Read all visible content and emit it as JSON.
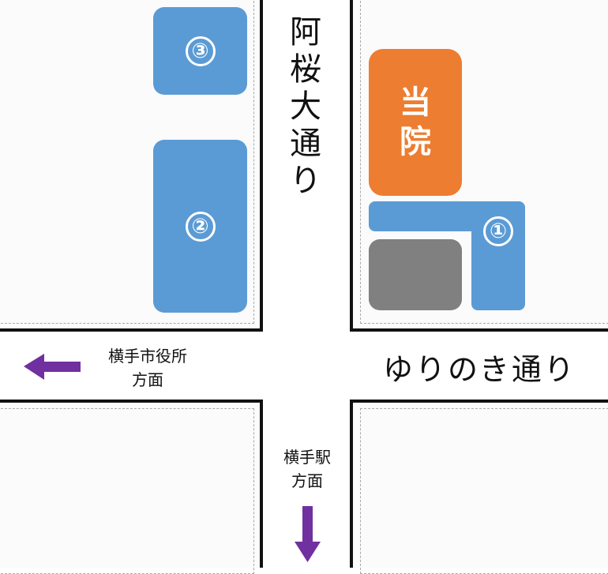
{
  "roads": {
    "vertical_label": "阿桜大通り",
    "horizontal_label": "ゆりのき通り"
  },
  "lots": [
    {
      "number": "③"
    },
    {
      "number": "②"
    },
    {
      "number": "①"
    }
  ],
  "clinic": {
    "label_line1": "当",
    "label_line2": "院"
  },
  "directions": {
    "west_line1": "横手市役所",
    "west_line2": "方面",
    "south_line1": "横手駅",
    "south_line2": "方面"
  },
  "colors": {
    "lot_blue": "#5b9bd5",
    "clinic_orange": "#ed7d31",
    "building_gray": "#808080",
    "arrow_purple": "#7030a0"
  },
  "icons": {
    "west_arrow": "arrow-left-icon",
    "south_arrow": "arrow-down-icon"
  }
}
